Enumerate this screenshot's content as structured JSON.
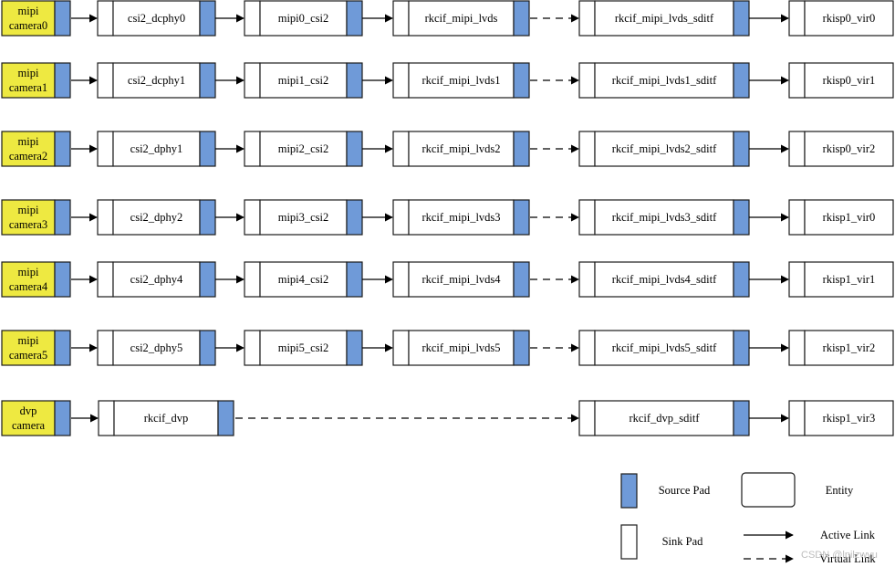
{
  "colors": {
    "camera_fill": "#eee941",
    "source_pad_fill": "#6f9ad8",
    "sink_pad_fill": "#ffffff",
    "stroke": "#1c1c1c",
    "watermark": "#bdbdbd"
  },
  "rows": [
    {
      "camera": [
        "mipi",
        "camera0"
      ],
      "dphy": "csi2_dcphy0",
      "csi2": "mipi0_csi2",
      "lvds": "rkcif_mipi_lvds",
      "sditf": "rkcif_mipi_lvds_sditf",
      "isp": "rkisp0_vir0"
    },
    {
      "camera": [
        "mipi",
        "camera1"
      ],
      "dphy": "csi2_dcphy1",
      "csi2": "mipi1_csi2",
      "lvds": "rkcif_mipi_lvds1",
      "sditf": "rkcif_mipi_lvds1_sditf",
      "isp": "rkisp0_vir1"
    },
    {
      "camera": [
        "mipi",
        "camera2"
      ],
      "dphy": "csi2_dphy1",
      "csi2": "mipi2_csi2",
      "lvds": "rkcif_mipi_lvds2",
      "sditf": "rkcif_mipi_lvds2_sditf",
      "isp": "rkisp0_vir2"
    },
    {
      "camera": [
        "mipi",
        "camera3"
      ],
      "dphy": "csi2_dphy2",
      "csi2": "mipi3_csi2",
      "lvds": "rkcif_mipi_lvds3",
      "sditf": "rkcif_mipi_lvds3_sditf",
      "isp": "rkisp1_vir0"
    },
    {
      "camera": [
        "mipi",
        "camera4"
      ],
      "dphy": "csi2_dphy4",
      "csi2": "mipi4_csi2",
      "lvds": "rkcif_mipi_lvds4",
      "sditf": "rkcif_mipi_lvds4_sditf",
      "isp": "rkisp1_vir1"
    },
    {
      "camera": [
        "mipi",
        "camera5"
      ],
      "dphy": "csi2_dphy5",
      "csi2": "mipi5_csi2",
      "lvds": "rkcif_mipi_lvds5",
      "sditf": "rkcif_mipi_lvds5_sditf",
      "isp": "rkisp1_vir2"
    }
  ],
  "dvp_row": {
    "camera": [
      "dvp",
      "camera"
    ],
    "cif": "rkcif_dvp",
    "sditf": "rkcif_dvp_sditf",
    "isp": "rkisp1_vir3"
  },
  "legend": {
    "source_pad": "Source Pad",
    "sink_pad": "Sink Pad",
    "entity": "Entity",
    "active_link": "Active Link",
    "virtual_link": "Virtual Link"
  },
  "watermark": "CSDN @lpilzwyu"
}
